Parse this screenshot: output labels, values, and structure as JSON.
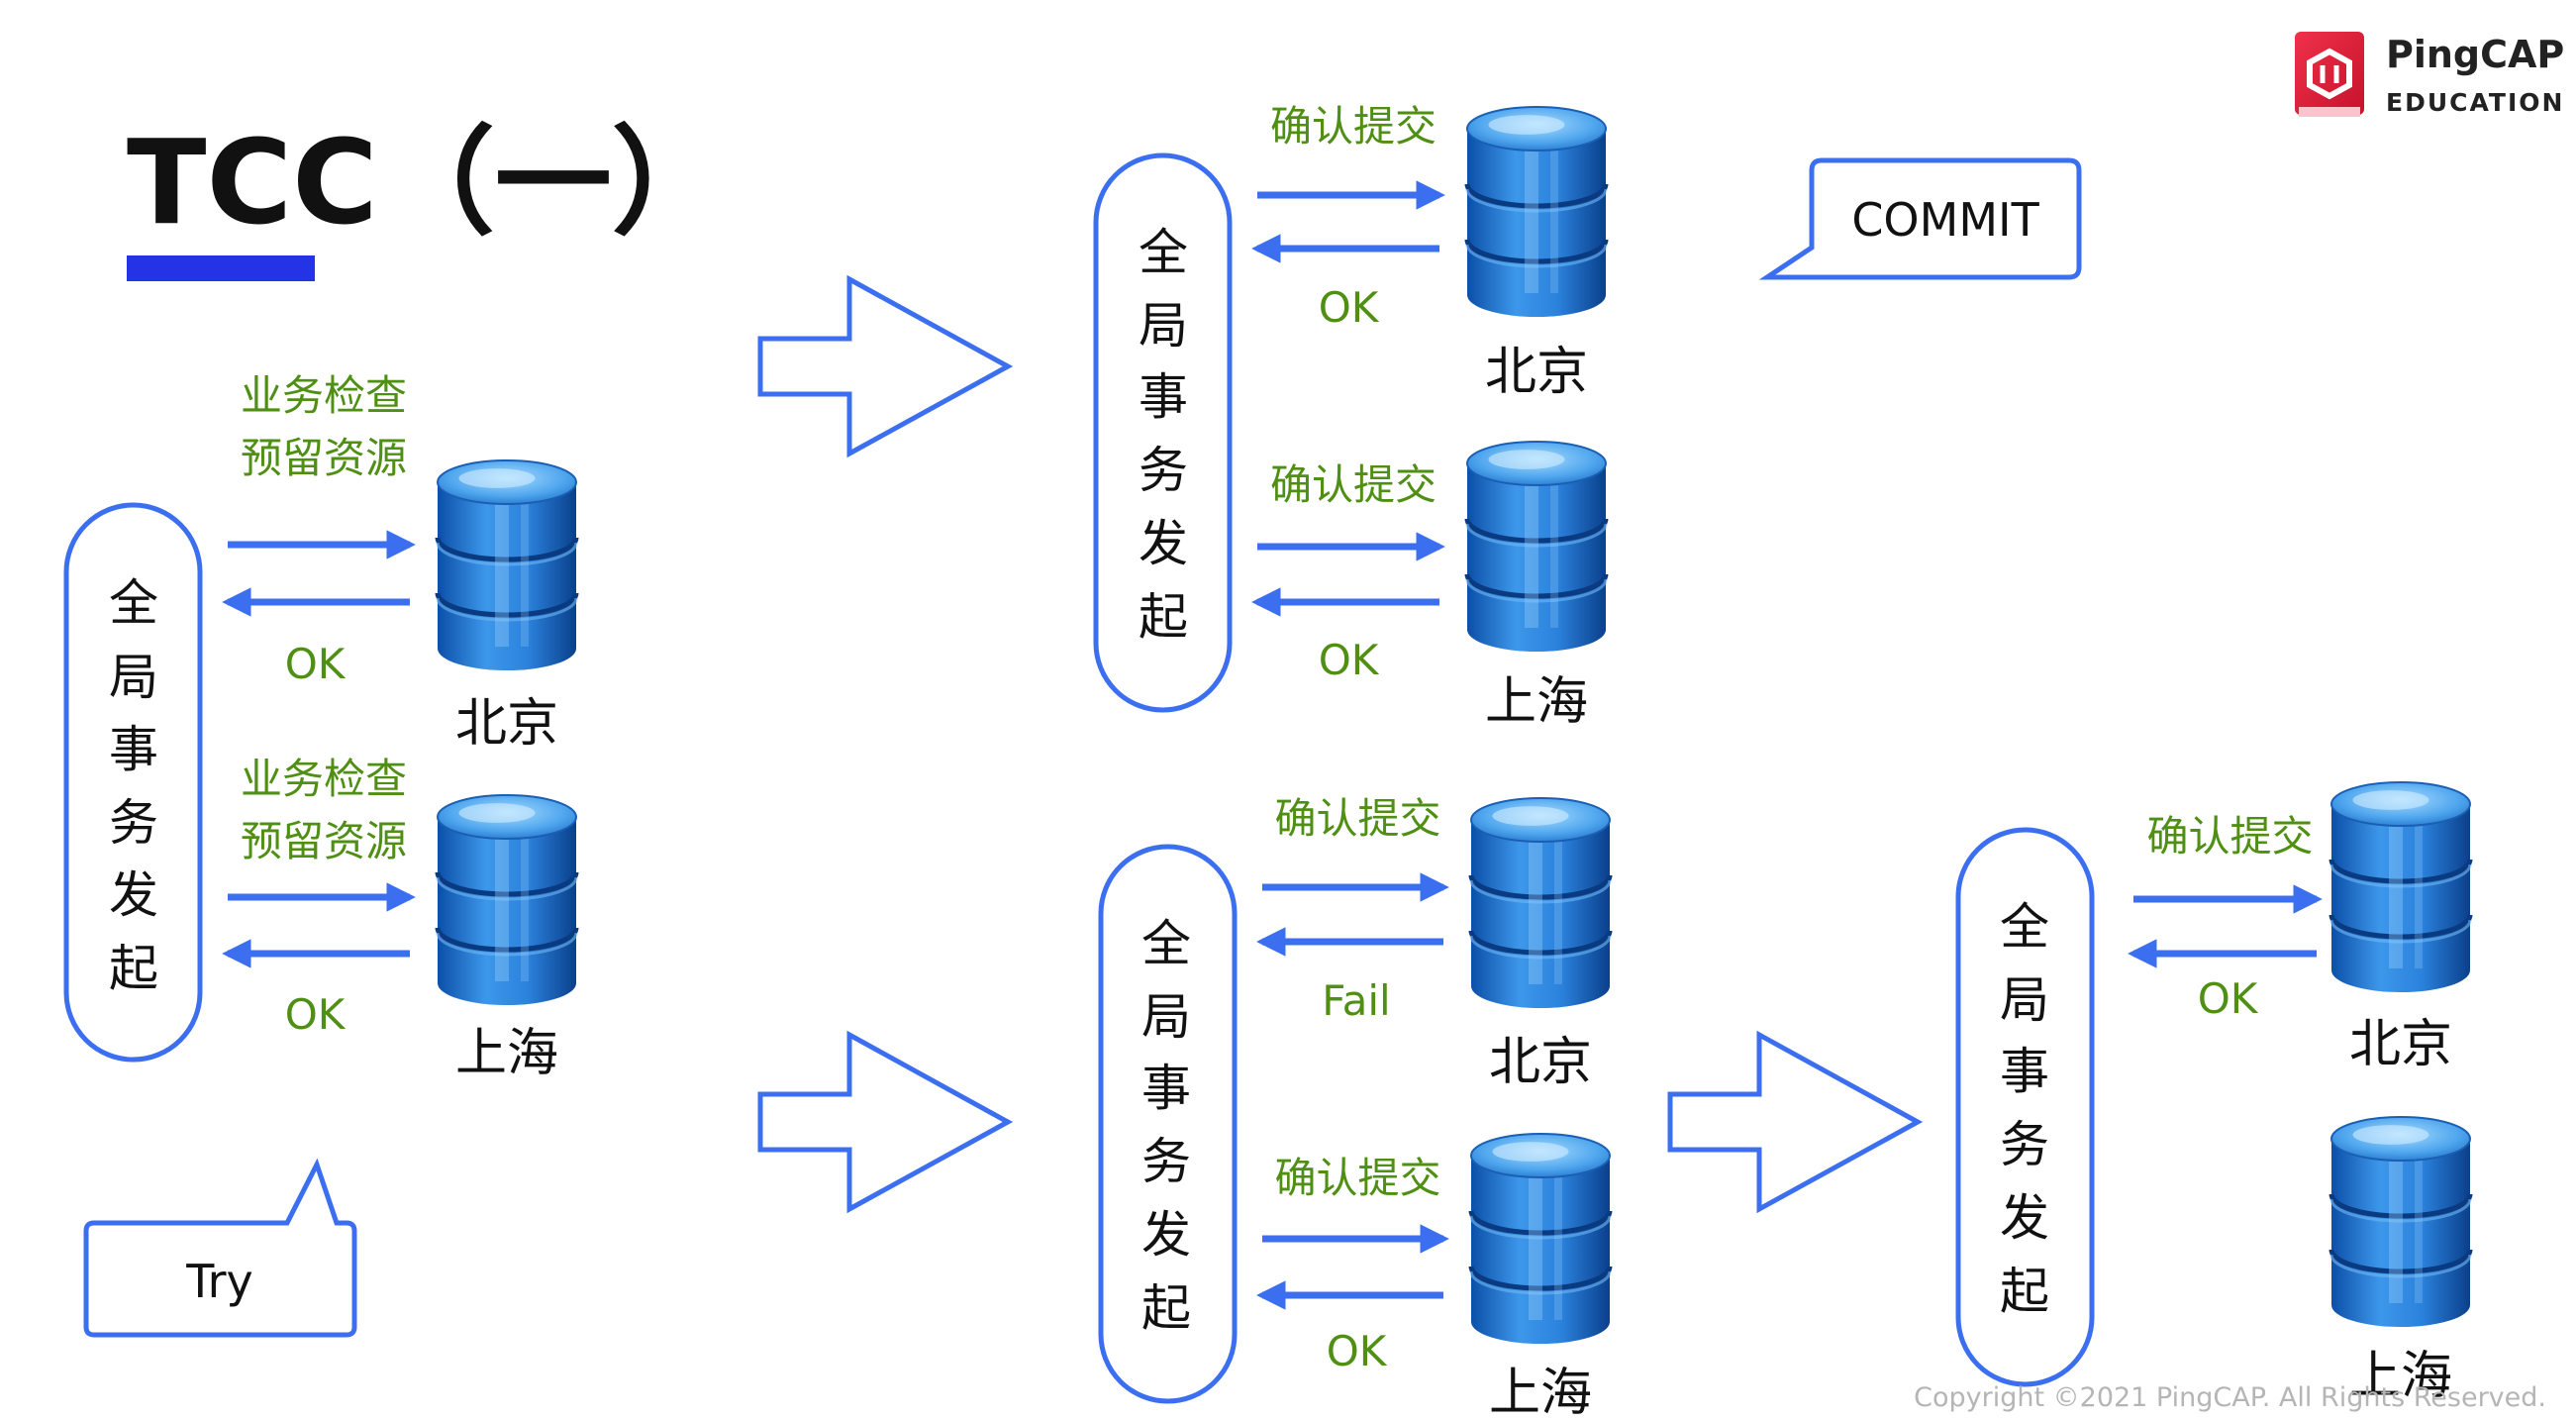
{
  "header": {
    "title": "TCC（一）",
    "brand_name": "PingCAP",
    "brand_sub": "EDUCATION",
    "copyright": "Copyright ©2021 PingCAP. All Rights Reserved."
  },
  "colors": {
    "accent_blue": "#3b6ff0",
    "title_bar": "#2433e6",
    "label_green": "#4f8f14",
    "text_dark": "#111111",
    "brand_red": "#e0203a",
    "db_blue": "#1f6fc4"
  },
  "icons": {
    "database": "database-cylinder-icon",
    "logo": "pingcap-logo-icon",
    "step_arrow": "big-right-arrow-icon"
  },
  "coordinator_label": "全局事务发起",
  "panels": [
    {
      "id": "try",
      "callout": "Try",
      "rows": [
        {
          "request": "业务检查\n预留资源",
          "reply": "OK",
          "db": "北京"
        },
        {
          "request": "业务检查\n预留资源",
          "reply": "OK",
          "db": "上海"
        }
      ]
    },
    {
      "id": "commit",
      "callout": "COMMIT",
      "rows": [
        {
          "request": "确认提交",
          "reply": "OK",
          "db": "北京"
        },
        {
          "request": "确认提交",
          "reply": "OK",
          "db": "上海"
        }
      ]
    },
    {
      "id": "fail",
      "rows": [
        {
          "request": "确认提交",
          "reply": "Fail",
          "db": "北京"
        },
        {
          "request": "确认提交",
          "reply": "OK",
          "db": "上海"
        }
      ]
    },
    {
      "id": "retry",
      "rows": [
        {
          "request": "确认提交",
          "reply": "OK",
          "db": "北京"
        },
        {
          "request": "",
          "reply": "",
          "db": "上海"
        }
      ]
    }
  ]
}
